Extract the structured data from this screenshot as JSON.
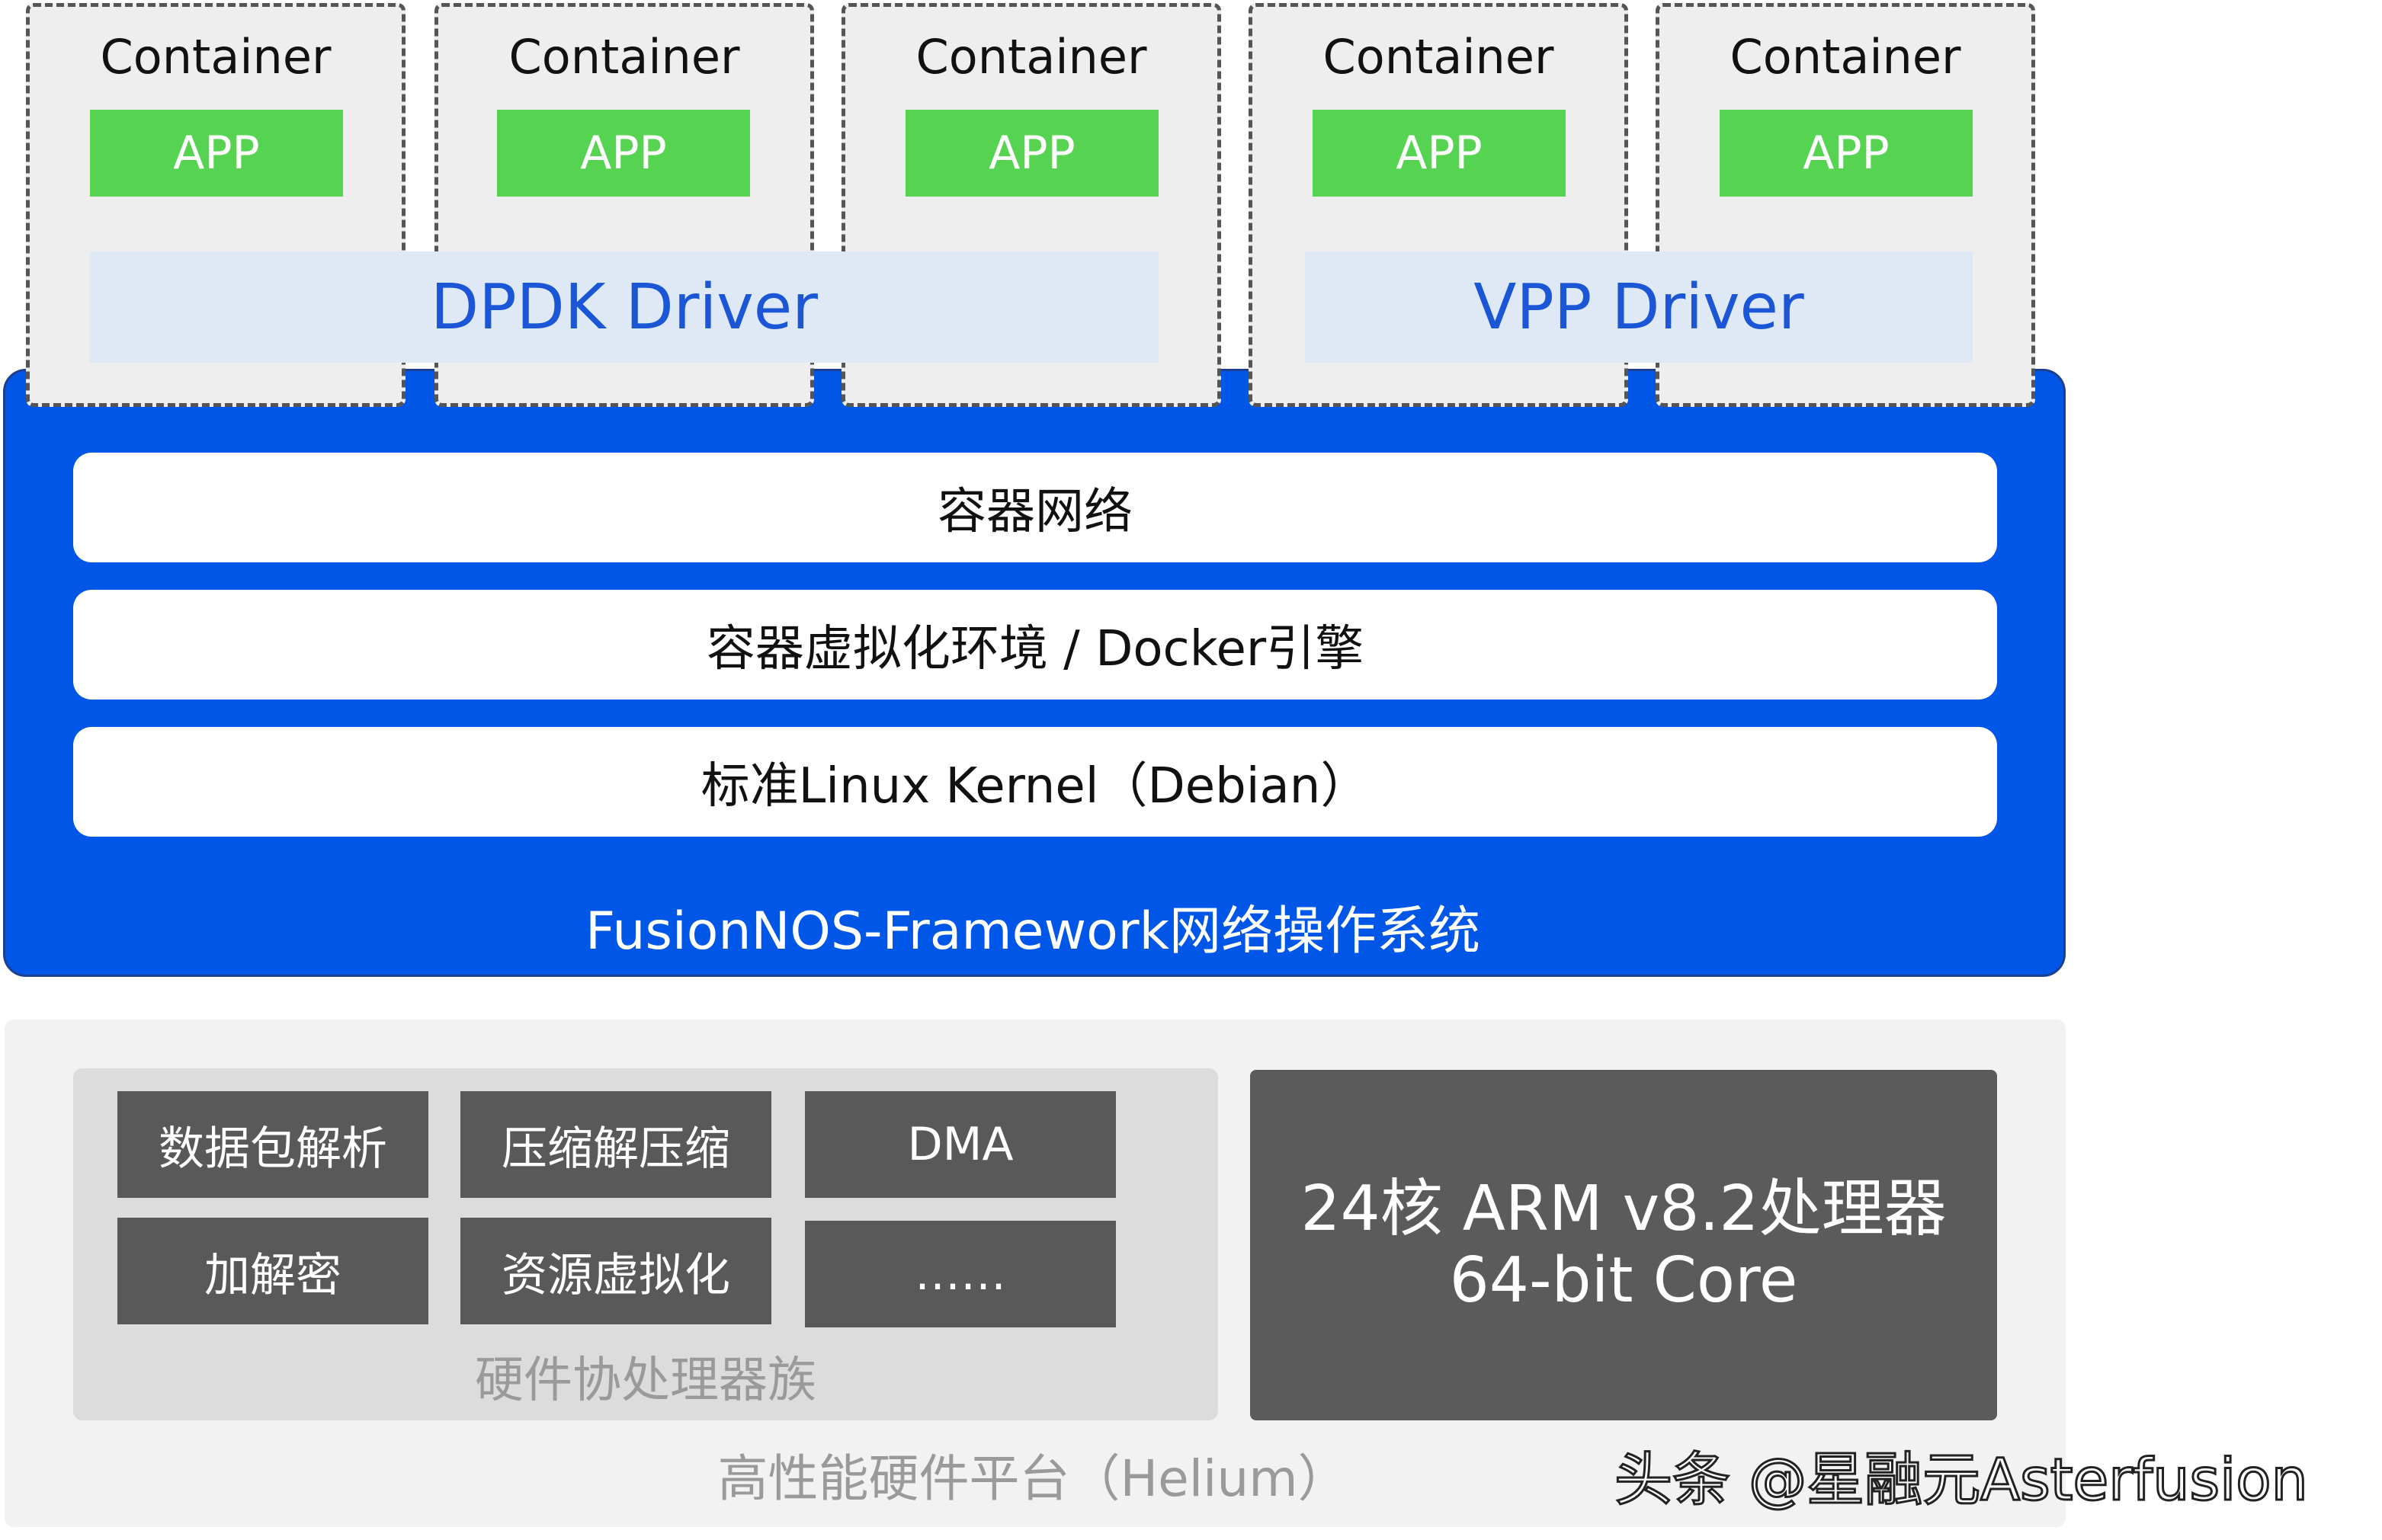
{
  "containers": [
    {
      "title": "Container",
      "app": "APP"
    },
    {
      "title": "Container",
      "app": "APP"
    },
    {
      "title": "Container",
      "app": "APP"
    },
    {
      "title": "Container",
      "app": "APP"
    },
    {
      "title": "Container",
      "app": "APP"
    }
  ],
  "drivers": {
    "dpdk": "DPDK Driver",
    "vpp": "VPP Driver"
  },
  "layers": {
    "container_network": "容器网络",
    "virtualization": "容器虚拟化环境 / Docker引擎",
    "kernel": "标准Linux Kernel（Debian）"
  },
  "framework_label": "FusionNOS-Framework网络操作系统",
  "coprocessor": {
    "label": "硬件协处理器族",
    "chips": [
      "数据包解析",
      "压缩解压缩",
      "DMA",
      "加解密",
      "资源虚拟化",
      "……"
    ]
  },
  "cpu": {
    "line1": "24核 ARM v8.2处理器",
    "line2": "64-bit Core"
  },
  "platform_label": "高性能硬件平台（Helium）",
  "watermark": "头条 @星融元Asterfusion",
  "colors": {
    "framework_blue": "#0057e7",
    "app_green": "#57d352",
    "driver_fill": "#dfe9f6",
    "driver_text": "#1a56d6",
    "chip_gray": "#595959"
  }
}
